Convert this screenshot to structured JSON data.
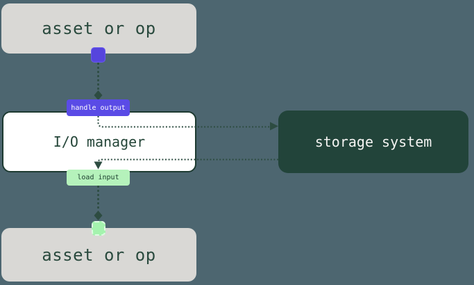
{
  "diagram": {
    "title": "io-manager-data-flow",
    "nodes": {
      "asset_top": {
        "label": "asset or op"
      },
      "io_manager": {
        "label": "I/O manager"
      },
      "storage": {
        "label": "storage system"
      },
      "asset_bottom": {
        "label": "asset or op"
      }
    },
    "edges": {
      "handle_output": {
        "label": "handle output"
      },
      "load_input": {
        "label": "load input"
      }
    },
    "colors": {
      "background": "#4d6670",
      "asset_box_bg": "#d9d8d5",
      "io_box_bg": "#ffffff",
      "io_box_border": "#1d3a31",
      "storage_box_bg": "#22443a",
      "text_dark_green": "#2a4a3e",
      "text_light": "#f4f4f2",
      "accent_purple": "#5a4be6",
      "port_purple": "#5645dd",
      "accent_light_green": "#b5f2bb",
      "port_light_green": "#a4f3ae",
      "wire": "#2d4c41"
    }
  }
}
